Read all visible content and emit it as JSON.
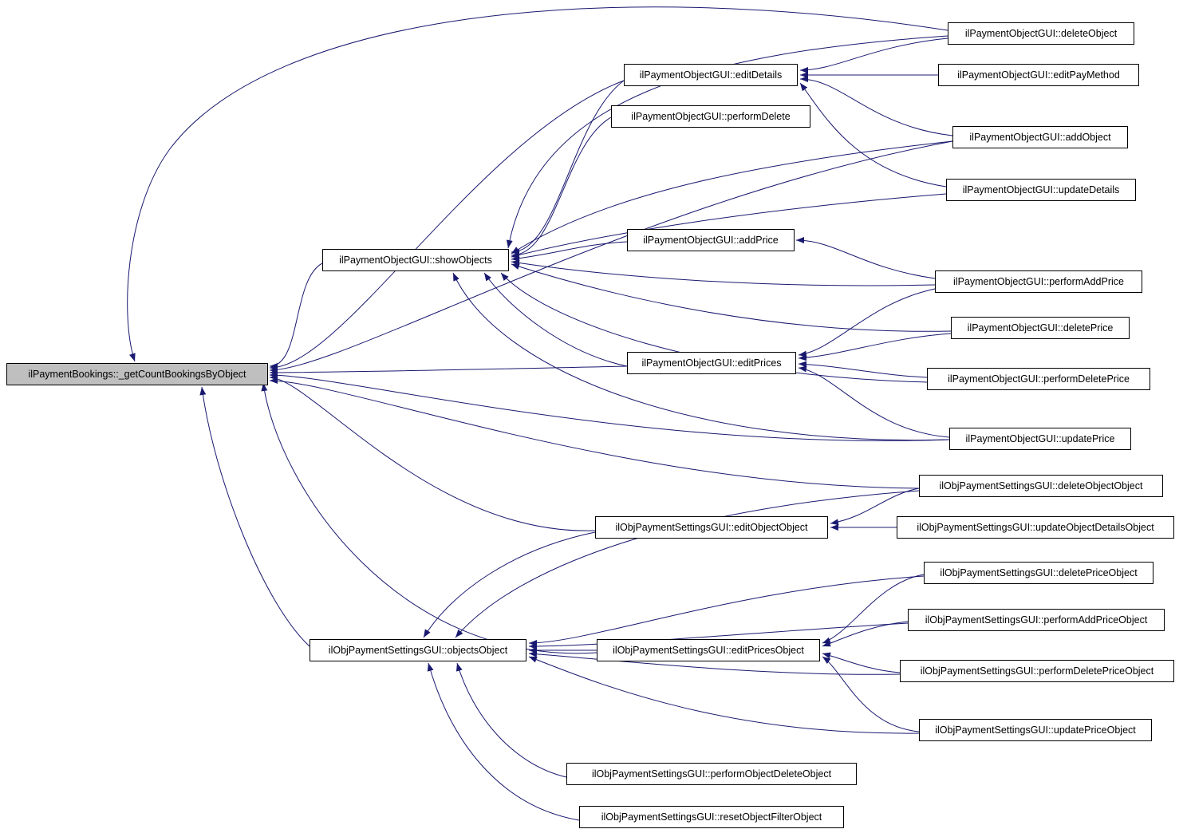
{
  "diagram": {
    "type": "call-graph",
    "edge_color": "#191970",
    "highlight_color": "#bfbfbf",
    "nodes": [
      {
        "id": "getCountBookingsByObject",
        "label": "ilPaymentBookings::_getCountBookingsByObject",
        "highlighted": true
      },
      {
        "id": "showObjects",
        "label": "ilPaymentObjectGUI::showObjects",
        "highlighted": false
      },
      {
        "id": "editDetails",
        "label": "ilPaymentObjectGUI::editDetails",
        "highlighted": false
      },
      {
        "id": "performDelete",
        "label": "ilPaymentObjectGUI::performDelete",
        "highlighted": false
      },
      {
        "id": "deleteObject",
        "label": "ilPaymentObjectGUI::deleteObject",
        "highlighted": false
      },
      {
        "id": "editPayMethod",
        "label": "ilPaymentObjectGUI::editPayMethod",
        "highlighted": false
      },
      {
        "id": "addObject",
        "label": "ilPaymentObjectGUI::addObject",
        "highlighted": false
      },
      {
        "id": "updateDetails",
        "label": "ilPaymentObjectGUI::updateDetails",
        "highlighted": false
      },
      {
        "id": "addPrice",
        "label": "ilPaymentObjectGUI::addPrice",
        "highlighted": false
      },
      {
        "id": "performAddPrice",
        "label": "ilPaymentObjectGUI::performAddPrice",
        "highlighted": false
      },
      {
        "id": "deletePrice",
        "label": "ilPaymentObjectGUI::deletePrice",
        "highlighted": false
      },
      {
        "id": "editPrices",
        "label": "ilPaymentObjectGUI::editPrices",
        "highlighted": false
      },
      {
        "id": "performDeletePrice",
        "label": "ilPaymentObjectGUI::performDeletePrice",
        "highlighted": false
      },
      {
        "id": "updatePrice",
        "label": "ilPaymentObjectGUI::updatePrice",
        "highlighted": false
      },
      {
        "id": "deleteObjectObject",
        "label": "ilObjPaymentSettingsGUI::deleteObjectObject",
        "highlighted": false
      },
      {
        "id": "editObjectObject",
        "label": "ilObjPaymentSettingsGUI::editObjectObject",
        "highlighted": false
      },
      {
        "id": "updateObjectDetailsObject",
        "label": "ilObjPaymentSettingsGUI::updateObjectDetailsObject",
        "highlighted": false
      },
      {
        "id": "deletePriceObject",
        "label": "ilObjPaymentSettingsGUI::deletePriceObject",
        "highlighted": false
      },
      {
        "id": "performAddPriceObject",
        "label": "ilObjPaymentSettingsGUI::performAddPriceObject",
        "highlighted": false
      },
      {
        "id": "objectsObject",
        "label": "ilObjPaymentSettingsGUI::objectsObject",
        "highlighted": false
      },
      {
        "id": "editPricesObject",
        "label": "ilObjPaymentSettingsGUI::editPricesObject",
        "highlighted": false
      },
      {
        "id": "performDeletePriceObject",
        "label": "ilObjPaymentSettingsGUI::performDeletePriceObject",
        "highlighted": false
      },
      {
        "id": "updatePriceObject",
        "label": "ilObjPaymentSettingsGUI::updatePriceObject",
        "highlighted": false
      },
      {
        "id": "performObjectDeleteObject",
        "label": "ilObjPaymentSettingsGUI::performObjectDeleteObject",
        "highlighted": false
      },
      {
        "id": "resetObjectFilterObject",
        "label": "ilObjPaymentSettingsGUI::resetObjectFilterObject",
        "highlighted": false
      }
    ],
    "edges": [
      {
        "from": "showObjects",
        "to": "getCountBookingsByObject"
      },
      {
        "from": "editDetails",
        "to": "getCountBookingsByObject"
      },
      {
        "from": "deleteObject",
        "to": "getCountBookingsByObject"
      },
      {
        "from": "addObject",
        "to": "getCountBookingsByObject"
      },
      {
        "from": "editPrices",
        "to": "getCountBookingsByObject"
      },
      {
        "from": "updatePrice",
        "to": "getCountBookingsByObject"
      },
      {
        "from": "editObjectObject",
        "to": "getCountBookingsByObject"
      },
      {
        "from": "objectsObject",
        "to": "getCountBookingsByObject"
      },
      {
        "from": "editPricesObject",
        "to": "getCountBookingsByObject"
      },
      {
        "from": "deleteObjectObject",
        "to": "getCountBookingsByObject"
      },
      {
        "from": "editDetails",
        "to": "showObjects"
      },
      {
        "from": "performDelete",
        "to": "showObjects"
      },
      {
        "from": "deleteObject",
        "to": "showObjects"
      },
      {
        "from": "addObject",
        "to": "showObjects"
      },
      {
        "from": "updateDetails",
        "to": "showObjects"
      },
      {
        "from": "addPrice",
        "to": "showObjects"
      },
      {
        "from": "performAddPrice",
        "to": "showObjects"
      },
      {
        "from": "deletePrice",
        "to": "showObjects"
      },
      {
        "from": "editPrices",
        "to": "showObjects"
      },
      {
        "from": "performDeletePrice",
        "to": "showObjects"
      },
      {
        "from": "updatePrice",
        "to": "showObjects"
      },
      {
        "from": "deleteObject",
        "to": "editDetails"
      },
      {
        "from": "editPayMethod",
        "to": "editDetails"
      },
      {
        "from": "addObject",
        "to": "editDetails"
      },
      {
        "from": "updateDetails",
        "to": "editDetails"
      },
      {
        "from": "performAddPrice",
        "to": "addPrice"
      },
      {
        "from": "deletePrice",
        "to": "editPrices"
      },
      {
        "from": "performDeletePrice",
        "to": "editPrices"
      },
      {
        "from": "updatePrice",
        "to": "editPrices"
      },
      {
        "from": "performAddPrice",
        "to": "editPrices"
      },
      {
        "from": "deleteObjectObject",
        "to": "editObjectObject"
      },
      {
        "from": "updateObjectDetailsObject",
        "to": "editObjectObject"
      },
      {
        "from": "editPricesObject",
        "to": "objectsObject"
      },
      {
        "from": "deletePriceObject",
        "to": "objectsObject"
      },
      {
        "from": "performAddPriceObject",
        "to": "objectsObject"
      },
      {
        "from": "performDeletePriceObject",
        "to": "objectsObject"
      },
      {
        "from": "updatePriceObject",
        "to": "objectsObject"
      },
      {
        "from": "performObjectDeleteObject",
        "to": "objectsObject"
      },
      {
        "from": "resetObjectFilterObject",
        "to": "objectsObject"
      },
      {
        "from": "editObjectObject",
        "to": "objectsObject"
      },
      {
        "from": "deleteObjectObject",
        "to": "objectsObject"
      },
      {
        "from": "deletePriceObject",
        "to": "editPricesObject"
      },
      {
        "from": "performAddPriceObject",
        "to": "editPricesObject"
      },
      {
        "from": "performDeletePriceObject",
        "to": "editPricesObject"
      },
      {
        "from": "updatePriceObject",
        "to": "editPricesObject"
      }
    ]
  }
}
